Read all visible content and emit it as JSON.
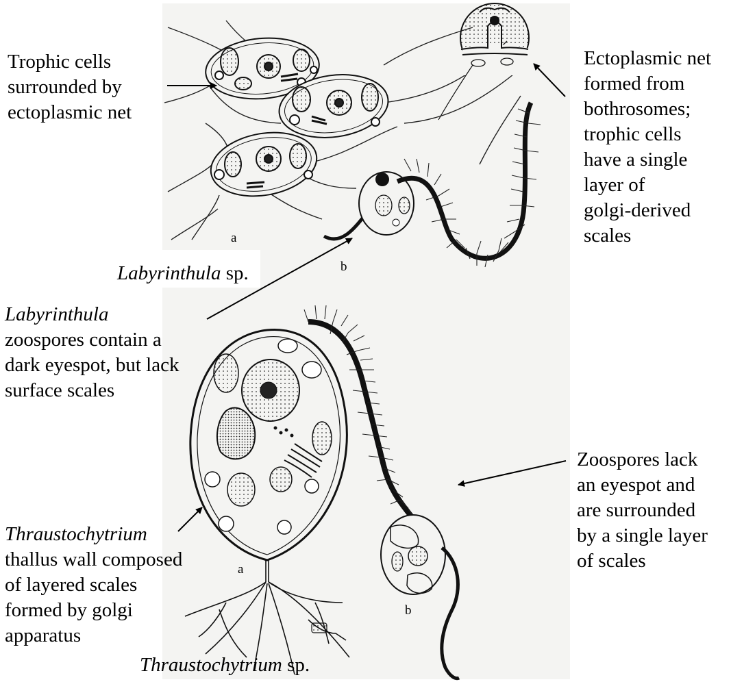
{
  "labels": {
    "trophic_cells": [
      "Trophic cells",
      "surrounded by",
      "ectoplasmic net"
    ],
    "ectoplasmic_net": [
      "Ectoplasmic net",
      "formed from",
      "bothrosomes;",
      "trophic cells",
      "have a single",
      "layer of",
      "golgi-derived",
      "scales"
    ],
    "labyrinthula_species": {
      "genus": "Labyrinthula",
      "suffix": " sp."
    },
    "labyrinthula_zoospores": {
      "genus": "Labyrinthula",
      "lines": [
        "zoospores contain a",
        "dark eyespot, but lack",
        "surface scales"
      ]
    },
    "zoospores_lack": [
      "Zoospores lack",
      "an eyespot and",
      "are surrounded",
      "by a single layer",
      "of scales"
    ],
    "thraustochytrium_thallus": {
      "genus": "Thraustochytrium",
      "lines": [
        "thallus wall composed",
        "of layered scales",
        "formed by golgi",
        "apparatus"
      ]
    },
    "thraustochytrium_species": {
      "genus": "Thraustochytrium",
      "suffix": " sp."
    }
  },
  "panel_letters": {
    "top_a": "a",
    "top_b": "b",
    "bottom_a": "a",
    "bottom_b": "b"
  },
  "colors": {
    "ink": "#1a1a1a",
    "paper": "#f4f4f2",
    "background": "#ffffff"
  }
}
